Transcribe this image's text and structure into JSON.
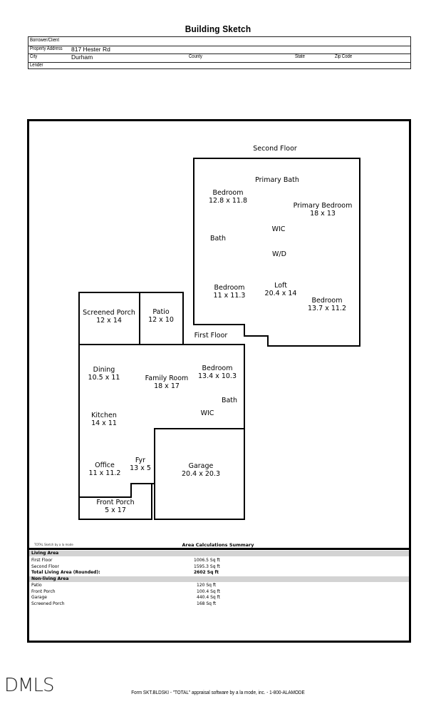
{
  "document": {
    "title": "Building Sketch",
    "header_fields": [
      {
        "label": "Borrower/Client",
        "value": ""
      },
      {
        "label": "Property Address",
        "value": "817 Hester Rd"
      },
      {
        "label": "City",
        "value": "Durham",
        "county_label": "County",
        "county_value": "",
        "state_label": "State",
        "state_value": "",
        "zip_label": "Zip Code",
        "zip_value": ""
      },
      {
        "label": "Lender",
        "value": ""
      }
    ]
  },
  "sketch": {
    "floors": [
      {
        "name": "Second Floor",
        "rooms": [
          {
            "name": "Primary Bath",
            "dims": ""
          },
          {
            "name": "Bedroom",
            "dims": "12.8 x 11.8"
          },
          {
            "name": "Primary Bedroom",
            "dims": "18 x 13"
          },
          {
            "name": "WIC",
            "dims": ""
          },
          {
            "name": "Bath",
            "dims": ""
          },
          {
            "name": "W/D",
            "dims": ""
          },
          {
            "name": "Bedroom",
            "dims": "11 x 11.3"
          },
          {
            "name": "Loft",
            "dims": "20.4 x 14"
          },
          {
            "name": "Bedroom",
            "dims": "13.7 x 11.2"
          }
        ]
      },
      {
        "name": "First Floor",
        "rooms": [
          {
            "name": "Screened Porch",
            "dims": "12 x 14"
          },
          {
            "name": "Patio",
            "dims": "12 x 10"
          },
          {
            "name": "Dining",
            "dims": "10.5 x 11"
          },
          {
            "name": "Family Room",
            "dims": "18 x 17"
          },
          {
            "name": "Bedroom",
            "dims": "13.4 x 10.3"
          },
          {
            "name": "Bath",
            "dims": ""
          },
          {
            "name": "Kitchen",
            "dims": "14 x 11"
          },
          {
            "name": "WIC",
            "dims": ""
          },
          {
            "name": "Office",
            "dims": "11 x 11.2"
          },
          {
            "name": "Fyr",
            "dims": "13 x 5"
          },
          {
            "name": "Garage",
            "dims": "20.4 x 20.3"
          },
          {
            "name": "Front Porch",
            "dims": "5 x 17"
          }
        ]
      }
    ],
    "credit": "TOTAL Sketch by a la mode"
  },
  "area_summary": {
    "title": "Area Calculations Summary",
    "living_header": "Living Area",
    "living": [
      {
        "label": "First Floor",
        "value": "1006.5 Sq ft"
      },
      {
        "label": "Second Floor",
        "value": "1595.3 Sq ft"
      }
    ],
    "total_label": "Total Living Area (Rounded):",
    "total_value": "2602 Sq ft",
    "nonliving_header": "Non-living Area",
    "nonliving": [
      {
        "label": "Patio",
        "value": "120 Sq ft"
      },
      {
        "label": "Front Porch",
        "value": "100.4 Sq ft"
      },
      {
        "label": "Garage",
        "value": "440.4 Sq ft"
      },
      {
        "label": "Screened Porch",
        "value": "168 Sq ft"
      }
    ]
  },
  "footer": {
    "form_text": "Form SKT.BLDSKI - \"TOTAL\" appraisal software by a la mode, inc. - 1-800-ALAMODE",
    "logo": "DMLS"
  }
}
